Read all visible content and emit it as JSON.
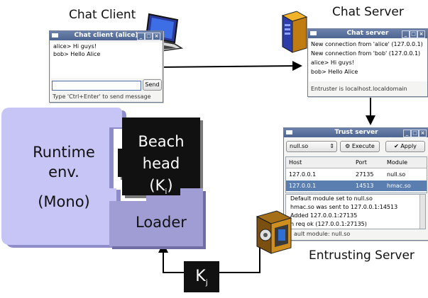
{
  "labels": {
    "chat_client": "Chat Client",
    "chat_server": "Chat Server",
    "runtime_line1": "Runtime",
    "runtime_line2": "env.",
    "runtime_line3": "(Mono)",
    "beachhead_line1": "Beach",
    "beachhead_line2": "head",
    "beachhead_key": "(K",
    "beachhead_key_sub": "i",
    "beachhead_key_close": ")",
    "loader": "Loader",
    "kj": "K",
    "kj_sub": "j",
    "entrusting_server": "Entrusting Server"
  },
  "chat_client_window": {
    "title": "Chat client (alice)",
    "lines": [
      "alice>  Hi guys!",
      "bob>  Hello Alice"
    ],
    "input_value": "",
    "send_label": "Send",
    "hint": "Type 'Ctrl+Enter' to send message"
  },
  "chat_server_window": {
    "title": "Chat server",
    "lines": [
      "New connection from 'alice' (127.0.0.1)",
      "New connection from 'bob' (127.0.0.1)",
      "alice>  Hi guys!",
      "bob>  Hello Alice"
    ],
    "status": "Entruster is localhost.localdomain"
  },
  "trust_server_window": {
    "title": "Trust server",
    "module_select": "null.so",
    "execute_label": "Execute",
    "apply_label": "Apply",
    "columns": [
      "Host",
      "Port",
      "Module"
    ],
    "rows": [
      {
        "host": "127.0.0.1",
        "port": "27135",
        "module": "null.so",
        "selected": false
      },
      {
        "host": "127.0.0.1",
        "port": "14513",
        "module": "hmac.so",
        "selected": true
      }
    ],
    "log": [
      "Default module set to null.so",
      "hmac.so was sent to 127.0.0.1:14513",
      "Added 127.0.0.1:27135",
      "h req ok (127.0.0.1:27135)"
    ],
    "status": "ault module: null.so"
  },
  "colors": {
    "runtime_fill": "#c7c5f5",
    "loader_fill": "#9f9dd3",
    "beachhead_fill": "#111111",
    "titlebar": "#5a71a0"
  }
}
